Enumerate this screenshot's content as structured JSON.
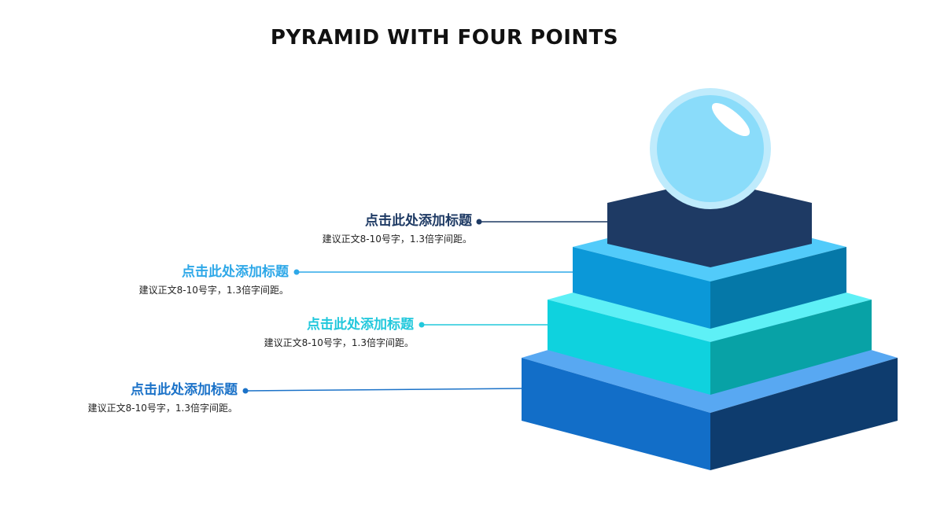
{
  "title": "PYRAMID WITH FOUR POINTS",
  "colors": {
    "tier1_title": "#1E3A64",
    "tier2_title": "#2EA8E8",
    "tier3_title": "#22C8DC",
    "tier4_title": "#1B72C8",
    "tier1_top": "#1E3A64",
    "tier2_front": "#0B98D8",
    "tier2_side": "#0578A8",
    "tier2_top": "#52CBFA",
    "tier3_front": "#0FD2DE",
    "tier3_side": "#08A2A6",
    "tier3_top": "#5EF0F6",
    "tier4_front": "#126EC8",
    "tier4_side": "#0E3C6E",
    "tier4_top": "#58A8F2",
    "sphere_body": "#8ADCFA",
    "sphere_rim": "#BFEBFC"
  },
  "points": [
    {
      "title": "点击此处添加标题",
      "desc": "建议正文8-10号字，1.3倍字间距。"
    },
    {
      "title": "点击此处添加标题",
      "desc": "建议正文8-10号字，1.3倍字间距。"
    },
    {
      "title": "点击此处添加标题",
      "desc": "建议正文8-10号字，1.3倍字间距。"
    },
    {
      "title": "点击此处添加标题",
      "desc": "建议正文8-10号字，1.3倍字间距。"
    }
  ]
}
